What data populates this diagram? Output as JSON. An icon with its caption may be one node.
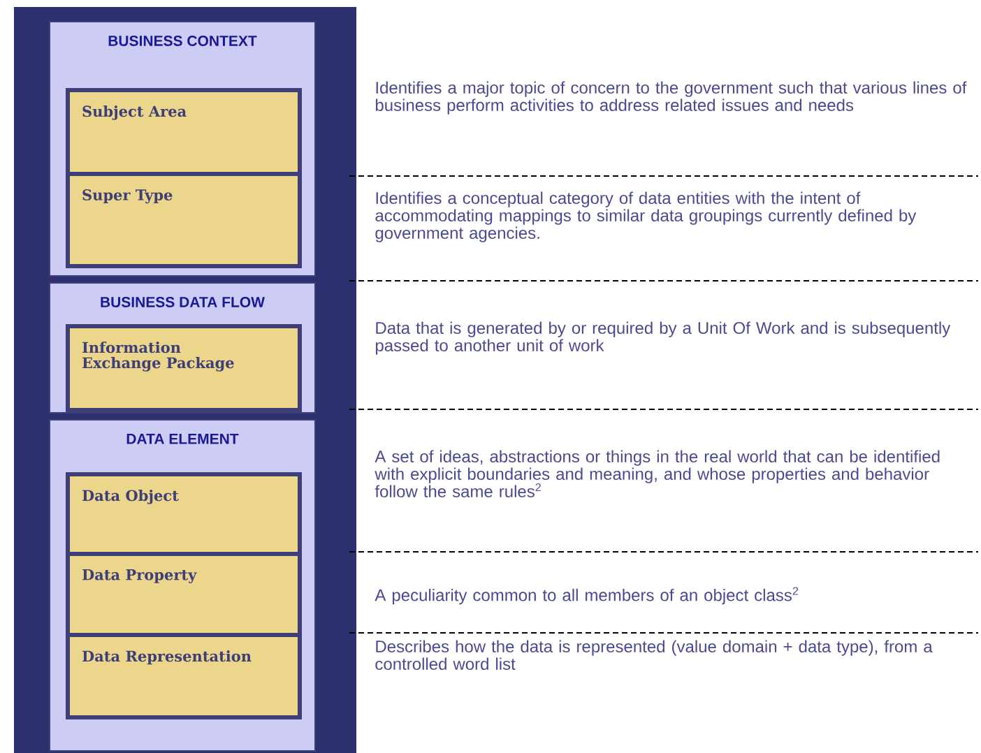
{
  "diagram": {
    "nodes": [
      {
        "text": [
          "BUSINESS CONTEXT"
        ]
      },
      {
        "text": [
          "Subject Area"
        ],
        "in": 0
      },
      {
        "text": [
          "Super Type"
        ],
        "in": 0
      },
      {
        "text": [
          "BUSINESS DATA FLOW"
        ]
      },
      {
        "text": [
          "Information Exchange Package"
        ],
        "in": 3
      },
      {
        "text": [
          "DATA ELEMENT"
        ]
      },
      {
        "text": [
          "Data Object"
        ],
        "in": 5
      },
      {
        "text": [
          "Data Property"
        ],
        "in": 5
      },
      {
        "text": [
          "Data Representation"
        ],
        "in": 5
      }
    ],
    "labels": [
      "Identifies a major topic of concern to the government such that various lines of business perform activities to address related issues and needs",
      "Identifies a conceptual category of data entities with the intent of accommodating mappings to similar data groupings currently defined by government agencies.",
      "Data that is generated by or required by a Unit Of Work and is subsequently passed to another unit of work",
      "A set of ideas, abstractions or things in the real world that can be identified with explicit boundaries and meaning, and whose properties and behavior follow the same rules$^{2}$",
      "A peculiarity common to all members of an object class$^{2}$",
      "Describes how the data is represented (value domain + data type), from a controlled word list"
    ]
  }
}
